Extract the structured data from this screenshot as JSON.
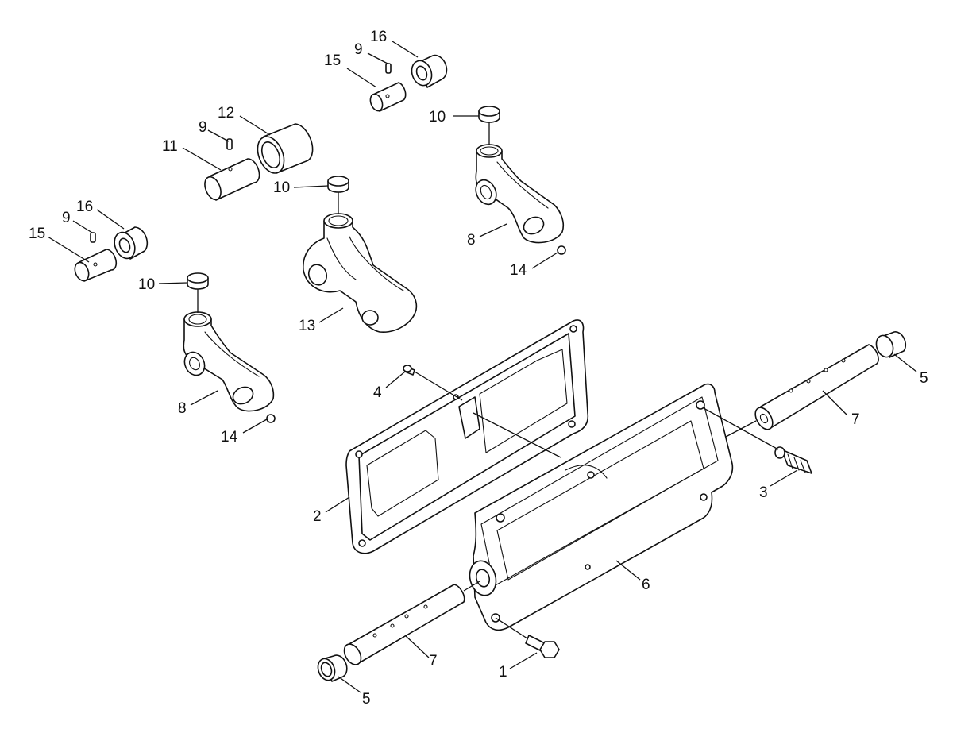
{
  "callouts": {
    "c1": "1",
    "c2": "2",
    "c3": "3",
    "c4": "4",
    "c5a": "5",
    "c5b": "5",
    "c6": "6",
    "c7a": "7",
    "c7b": "7",
    "c8a": "8",
    "c8b": "8",
    "c9a": "9",
    "c9b": "9",
    "c9c": "9",
    "c10a": "10",
    "c10b": "10",
    "c10c": "10",
    "c11": "11",
    "c12": "12",
    "c13": "13",
    "c14a": "14",
    "c14b": "14",
    "c15a": "15",
    "c15b": "15",
    "c16a": "16",
    "c16b": "16"
  }
}
